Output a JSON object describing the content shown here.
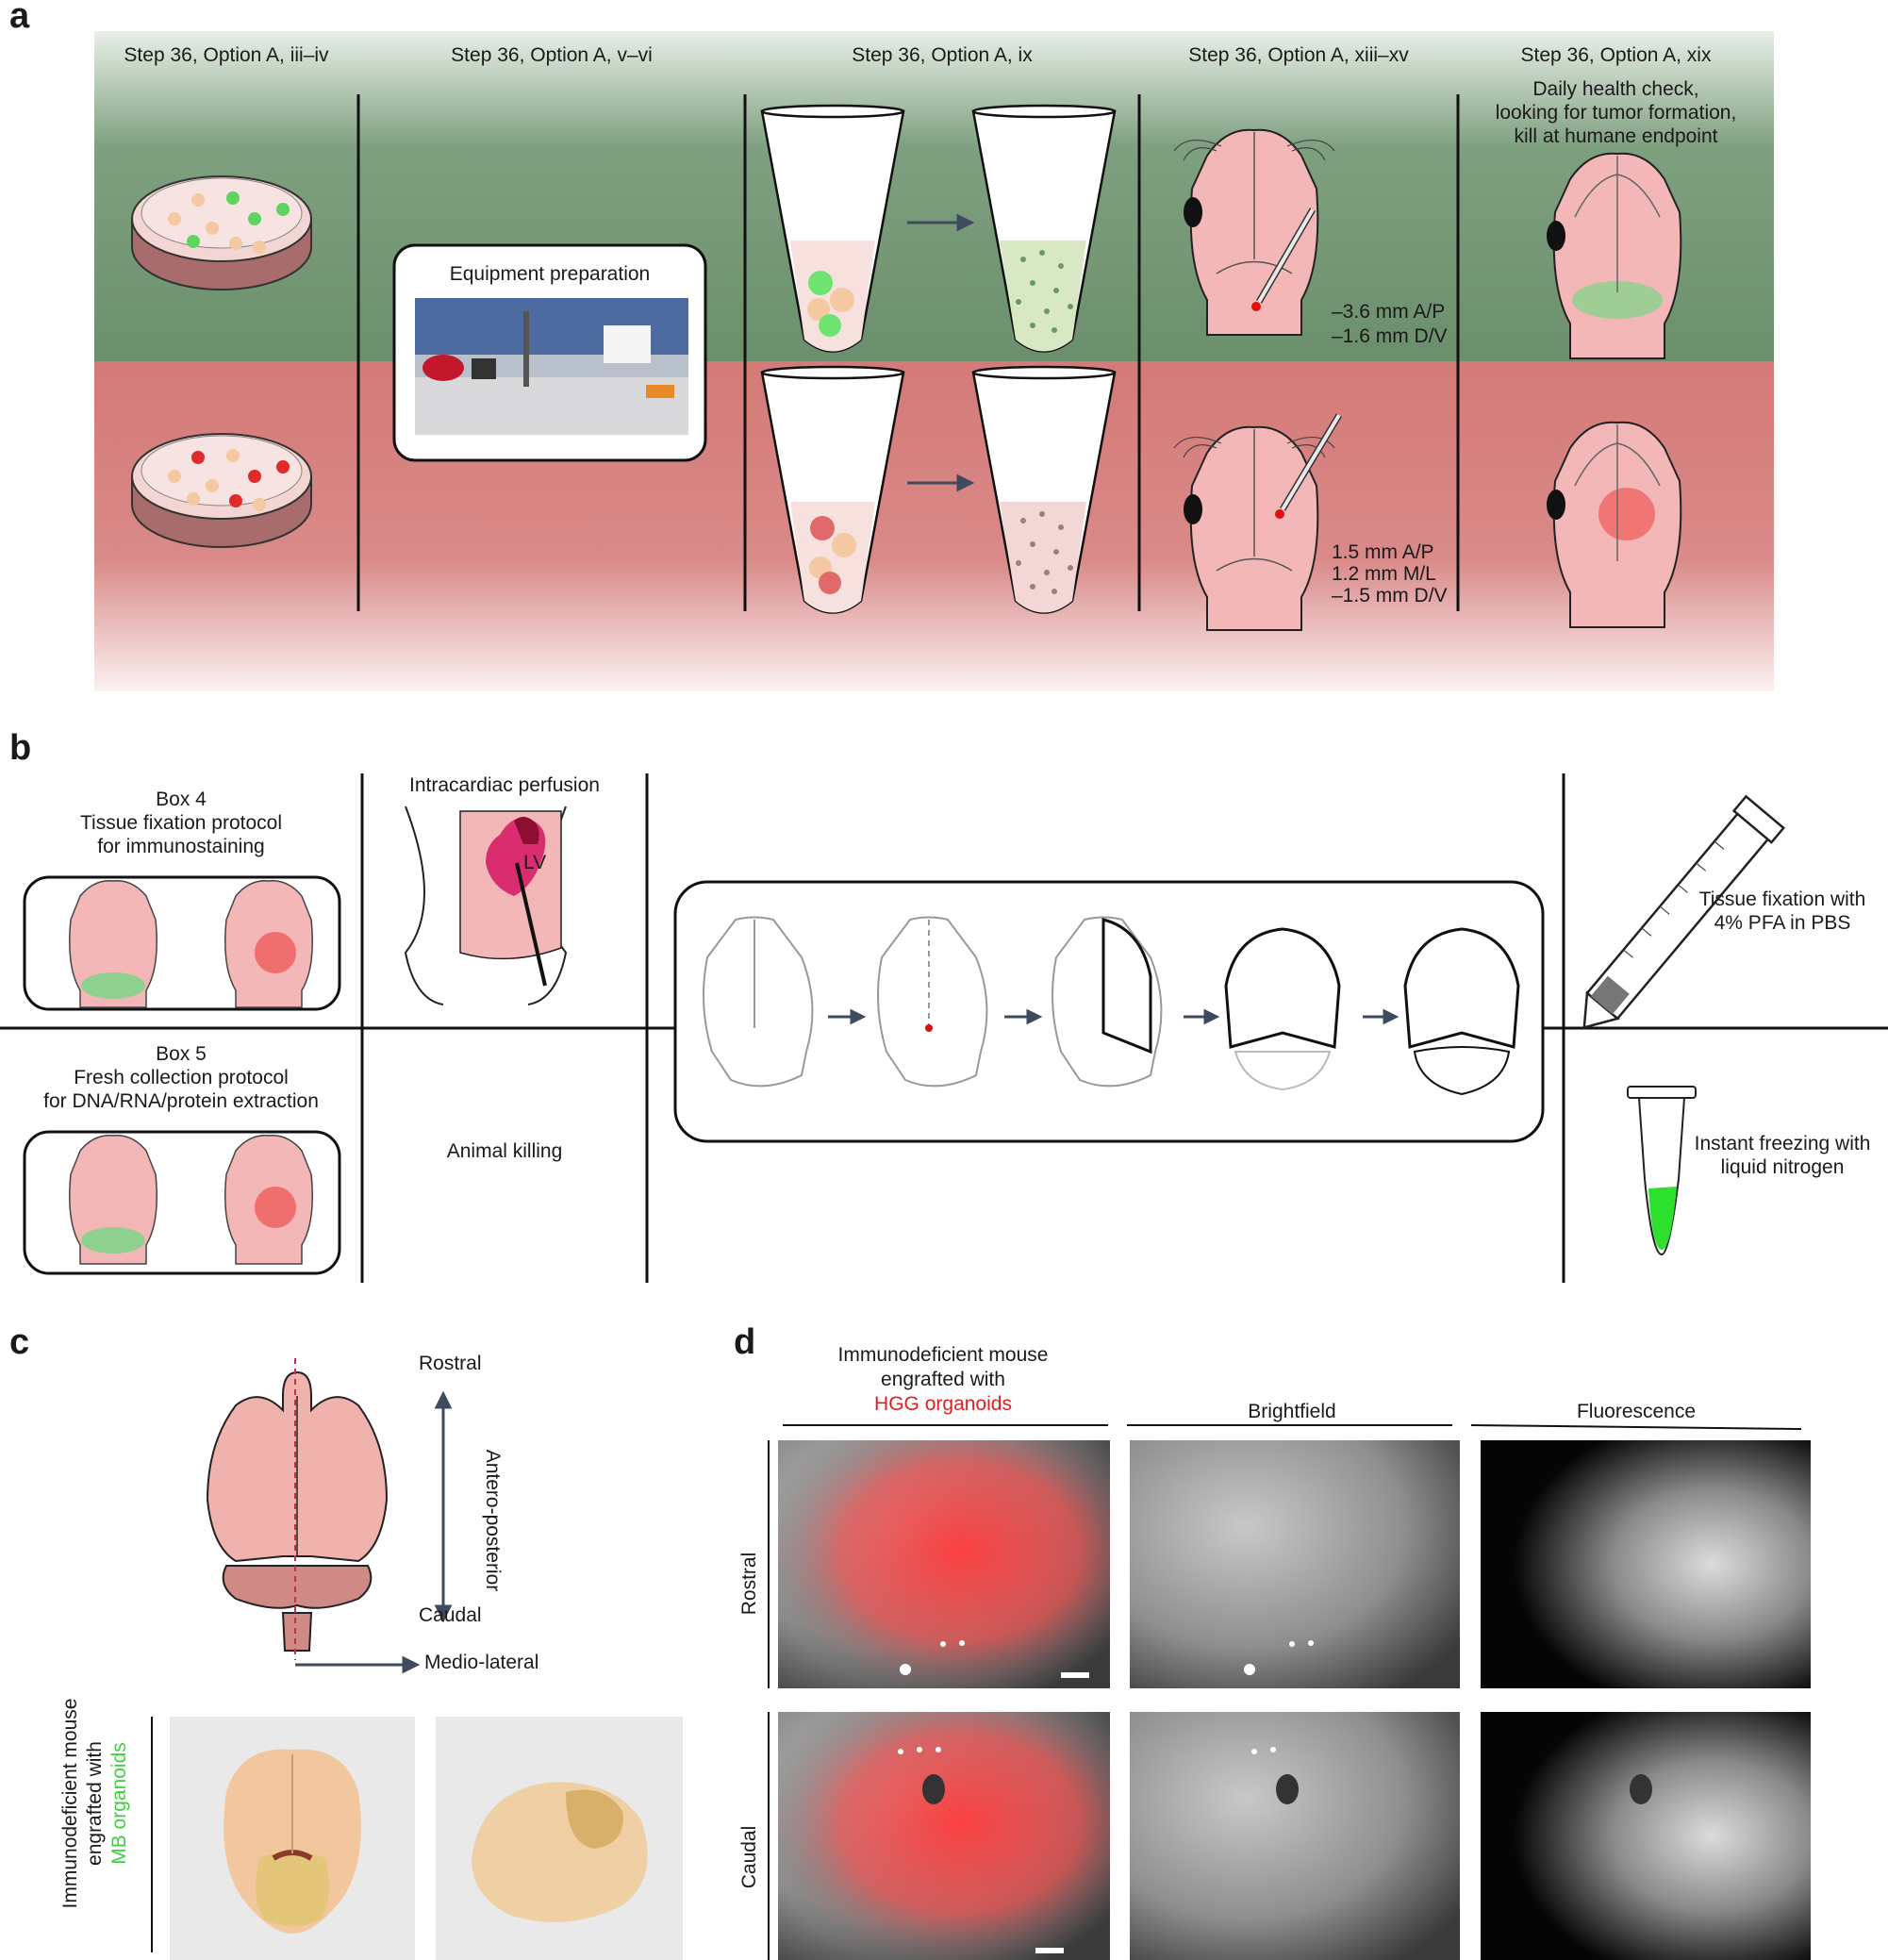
{
  "panel_a": {
    "letter": "a",
    "steps": [
      "Step 36, Option A, iii–iv",
      "Step 36, Option A, v–vi",
      "Step 36, Option A, ix",
      "Step 36, Option A, xiii–xv",
      "Step 36, Option A, xix"
    ],
    "health_check": "Daily health check,",
    "health_check_2": "looking for tumor formation,",
    "health_check_3": "kill at humane endpoint",
    "equipment": "Equipment preparation",
    "coords_top_1": "–3.6 mm A/P",
    "coords_top_2": "–1.6 mm D/V",
    "coords_bot_1": "1.5 mm A/P",
    "coords_bot_2": "1.2 mm M/L",
    "coords_bot_3": "–1.5 mm D/V",
    "colors": {
      "green_band": "#6f9270",
      "red_band": "#d37c7a"
    }
  },
  "panel_b": {
    "letter": "b",
    "box4_1": "Box 4",
    "box4_2": "Tissue fixation protocol",
    "box4_3": "for immunostaining",
    "box5_1": "Box 5",
    "box5_2": "Fresh collection protocol",
    "box5_3": "for DNA/RNA/protein extraction",
    "perfusion": "Intracardiac perfusion",
    "lv": "LV",
    "killing": "Animal killing",
    "fix_1": "Tissue fixation with",
    "fix_2": "4% PFA in PBS",
    "freeze_1": "Instant freezing with",
    "freeze_2": "liquid nitrogen"
  },
  "panel_c": {
    "letter": "c",
    "rostral": "Rostral",
    "caudal": "Caudal",
    "ap": "Antero-posterior",
    "ml": "Medio-lateral",
    "mouse_1": "Immunodeficient mouse",
    "mouse_2": "engrafted with",
    "mouse_3": "MB organoids"
  },
  "panel_d": {
    "letter": "d",
    "mouse_1": "Immunodeficient mouse",
    "mouse_2": "engrafted with",
    "mouse_3": "HGG organoids",
    "brightfield": "Brightfield",
    "fluorescence": "Fluorescence",
    "rostral": "Rostral",
    "caudal": "Caudal"
  }
}
